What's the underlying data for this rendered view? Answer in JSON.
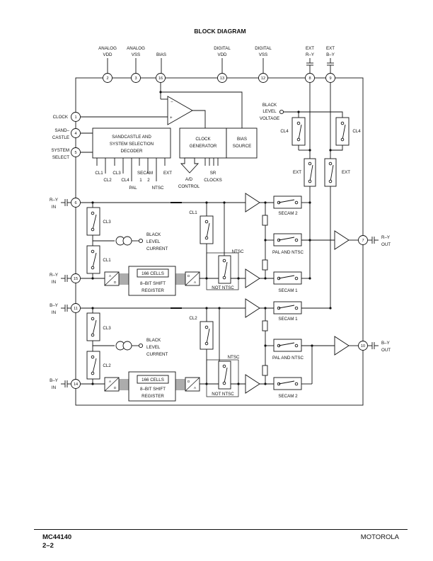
{
  "title": "BLOCK DIAGRAM",
  "top_pins": [
    {
      "name": "ANALOG",
      "sub": "VDD",
      "pin": "2"
    },
    {
      "name": "ANALOG",
      "sub": "VSS",
      "pin": "3"
    },
    {
      "name": "BIAS",
      "sub": "",
      "pin": "16"
    },
    {
      "name": "DIGITAL",
      "sub": "VDD",
      "pin": "13"
    },
    {
      "name": "DIGITAL",
      "sub": "VSS",
      "pin": "12"
    },
    {
      "name": "EXT",
      "sub": "R–Y",
      "pin": "8"
    },
    {
      "name": "EXT",
      "sub": "B–Y",
      "pin": "9"
    }
  ],
  "left_pins": {
    "clock": {
      "label": "CLOCK",
      "pin": "1"
    },
    "sandcastle": {
      "line1": "SAND–",
      "line2": "CASTLE",
      "pin": "4"
    },
    "system_select": {
      "line1": "SYSTEM",
      "line2": "SELECT",
      "pin": "5"
    },
    "ry_in_top": {
      "line1": "R–Y",
      "line2": "IN",
      "pin": "6"
    },
    "ry_in_bottom": {
      "line1": "R–Y",
      "line2": "IN",
      "pin": "15"
    },
    "by_in_top": {
      "line1": "B–Y",
      "line2": "IN",
      "pin": "11"
    },
    "by_in_bottom": {
      "line1": "B–Y",
      "line2": "IN",
      "pin": "14"
    }
  },
  "right_pins": {
    "ry_out": {
      "line1": "R–Y",
      "line2": "OUT",
      "pin": "7"
    },
    "by_out": {
      "line1": "B–Y",
      "line2": "OUT",
      "pin": "10"
    }
  },
  "blocks": {
    "decoder": [
      "SANDCASTLE AND",
      "SYSTEM SELECTION",
      "DECODER"
    ],
    "clock_gen": [
      "CLOCK",
      "GENERATOR"
    ],
    "bias_source": [
      "BIAS",
      "SOURCE"
    ],
    "decoder_outputs": [
      "CL1",
      "CL3",
      "SECAM",
      "EXT",
      "CL2",
      "CL4",
      "1",
      "2",
      "PAL",
      "NTSC"
    ],
    "ad_control": [
      "A/D",
      "CONTROL"
    ],
    "sr_clocks": [
      "SR",
      "CLOCKS"
    ],
    "black_level_voltage": [
      "BLACK",
      "LEVEL",
      "VOLTAGE"
    ],
    "black_level_current": [
      "BLACK",
      "LEVEL",
      "CURRENT"
    ],
    "shift_register": {
      "cells": "166 CELLS",
      "line1": "8–BIT SHIFT",
      "line2": "REGISTER"
    },
    "ad": [
      "A",
      "D"
    ],
    "da": [
      "D",
      "A"
    ]
  },
  "switch_labels": {
    "cl1": "CL1",
    "cl2": "CL2",
    "cl3": "CL3",
    "cl4": "CL4",
    "ext": "EXT",
    "ntsc": "NTSC",
    "not_ntsc": "NOT NTSC",
    "secam1": "SECAM 1",
    "secam2": "SECAM 2",
    "pal_ntsc": "PAL AND NTSC"
  },
  "footer": {
    "part": "MC44140",
    "page": "2–2",
    "brand": "MOTOROLA"
  }
}
